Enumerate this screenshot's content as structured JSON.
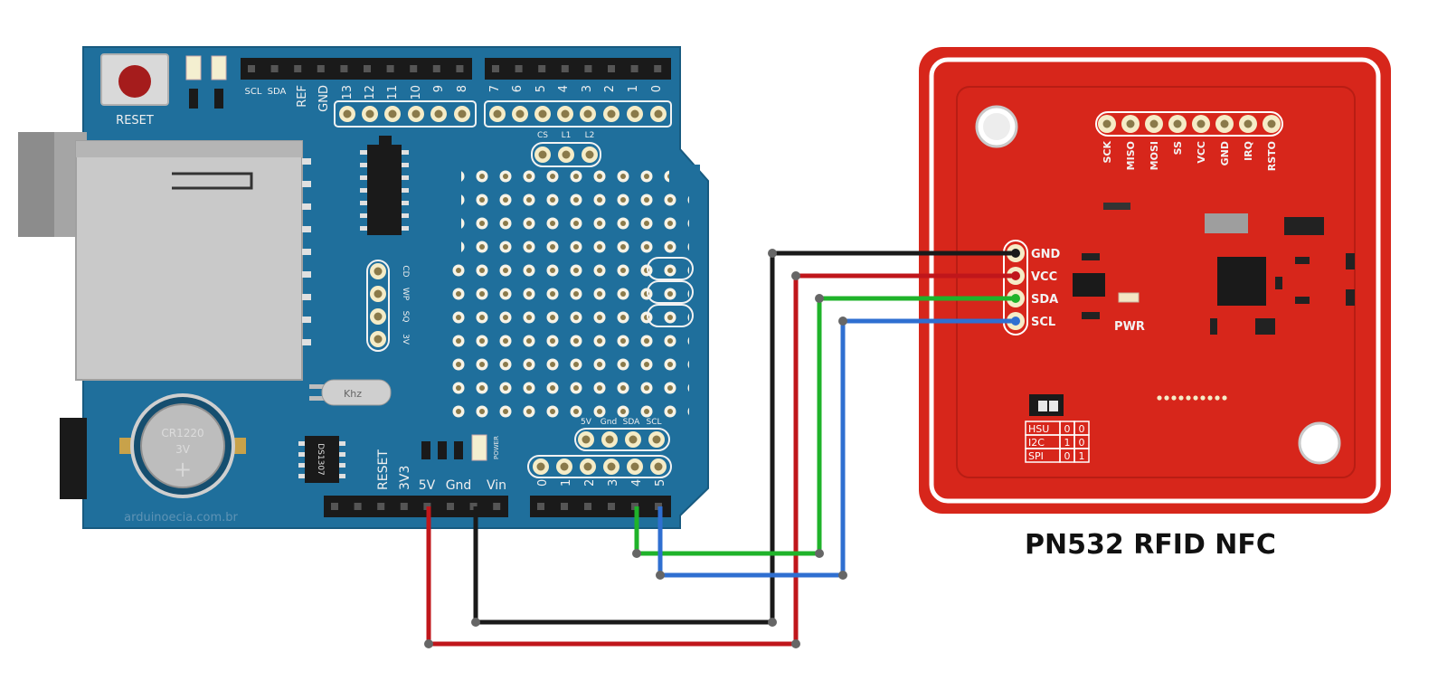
{
  "shield": {
    "reset_label": "RESET",
    "top_header_labels": [
      "SCL",
      "SDA",
      "REF",
      "GND",
      "13",
      "12",
      "11",
      "10",
      "9",
      "8",
      "7",
      "6",
      "5",
      "4",
      "3",
      "2",
      "1",
      "0"
    ],
    "jumper_labels": [
      "CS",
      "L1",
      "L2"
    ],
    "sd_pin_labels": [
      "CD",
      "WP",
      "SQ",
      "3V"
    ],
    "power_labels": [
      "RESET",
      "3V3",
      "5V",
      "Gnd",
      "Vin"
    ],
    "analog_labels": [
      "0",
      "1",
      "2",
      "3",
      "4",
      "5"
    ],
    "i2c_labels": [
      "5V",
      "Gnd",
      "SDA",
      "SCL"
    ],
    "power_led_label": "POWER",
    "crystal_label": "Khz",
    "ic_label": "DS1307",
    "battery_model": "CR1220",
    "battery_voltage": "3V",
    "battery_plus": "+",
    "watermark": "arduinoecia.com.br"
  },
  "pn532": {
    "title": "PN532 RFID NFC",
    "top_pins": [
      "SCK",
      "MISO",
      "MOSI",
      "SS",
      "VCC",
      "GND",
      "IRQ",
      "RSTO"
    ],
    "side_pins": [
      "GND",
      "VCC",
      "SDA",
      "SCL"
    ],
    "pwr_label": "PWR",
    "mode_table": [
      [
        "HSU",
        "0",
        "0"
      ],
      [
        "I2C",
        "1",
        "0"
      ],
      [
        "SPI",
        "0",
        "1"
      ]
    ]
  },
  "wires": [
    {
      "from": "Gnd",
      "to": "GND",
      "color": "#1a1a1a"
    },
    {
      "from": "5V",
      "to": "VCC",
      "color": "#c0161b"
    },
    {
      "from": "A4",
      "to": "SDA",
      "color": "#1fb32a"
    },
    {
      "from": "A5",
      "to": "SCL",
      "color": "#2f6fd1"
    }
  ],
  "colors": {
    "shield_board": "#1f6f9c",
    "pn532_board": "#d7261b",
    "wire_black": "#1a1a1a",
    "wire_red": "#c0161b",
    "wire_green": "#1fb32a",
    "wire_blue": "#2f6fd1"
  }
}
